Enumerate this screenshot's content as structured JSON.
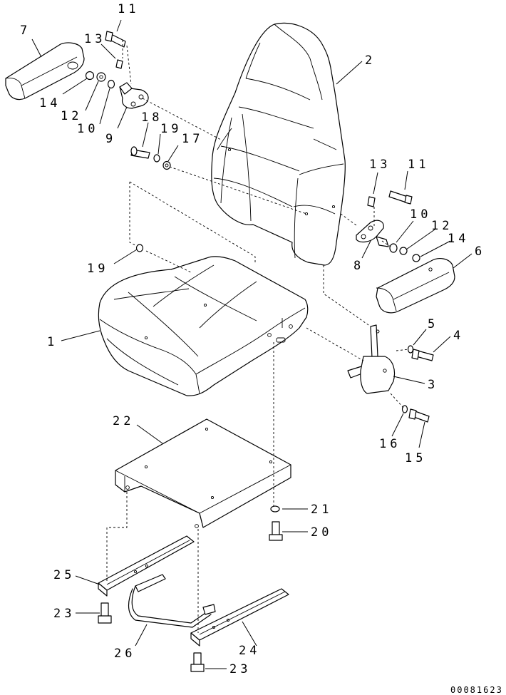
{
  "drawing_code": "00081623",
  "callouts": [
    {
      "id": "c1",
      "text": "1"
    },
    {
      "id": "c2",
      "text": "2"
    },
    {
      "id": "c3",
      "text": "3"
    },
    {
      "id": "c4",
      "text": "4"
    },
    {
      "id": "c5",
      "text": "5"
    },
    {
      "id": "c6",
      "text": "6"
    },
    {
      "id": "c7",
      "text": "7"
    },
    {
      "id": "c8",
      "text": "8"
    },
    {
      "id": "c9",
      "text": "9"
    },
    {
      "id": "c10a",
      "text": "10"
    },
    {
      "id": "c10b",
      "text": "10"
    },
    {
      "id": "c11a",
      "text": "11"
    },
    {
      "id": "c11b",
      "text": "11"
    },
    {
      "id": "c12a",
      "text": "12"
    },
    {
      "id": "c12b",
      "text": "12"
    },
    {
      "id": "c13a",
      "text": "13"
    },
    {
      "id": "c13b",
      "text": "13"
    },
    {
      "id": "c14a",
      "text": "14"
    },
    {
      "id": "c14b",
      "text": "14"
    },
    {
      "id": "c15",
      "text": "15"
    },
    {
      "id": "c16",
      "text": "16"
    },
    {
      "id": "c17",
      "text": "17"
    },
    {
      "id": "c18",
      "text": "18"
    },
    {
      "id": "c19a",
      "text": "19"
    },
    {
      "id": "c19b",
      "text": "19"
    },
    {
      "id": "c20",
      "text": "20"
    },
    {
      "id": "c21",
      "text": "21"
    },
    {
      "id": "c22",
      "text": "22"
    },
    {
      "id": "c23a",
      "text": "23"
    },
    {
      "id": "c23b",
      "text": "23"
    },
    {
      "id": "c24",
      "text": "24"
    },
    {
      "id": "c25",
      "text": "25"
    },
    {
      "id": "c26",
      "text": "26"
    }
  ]
}
